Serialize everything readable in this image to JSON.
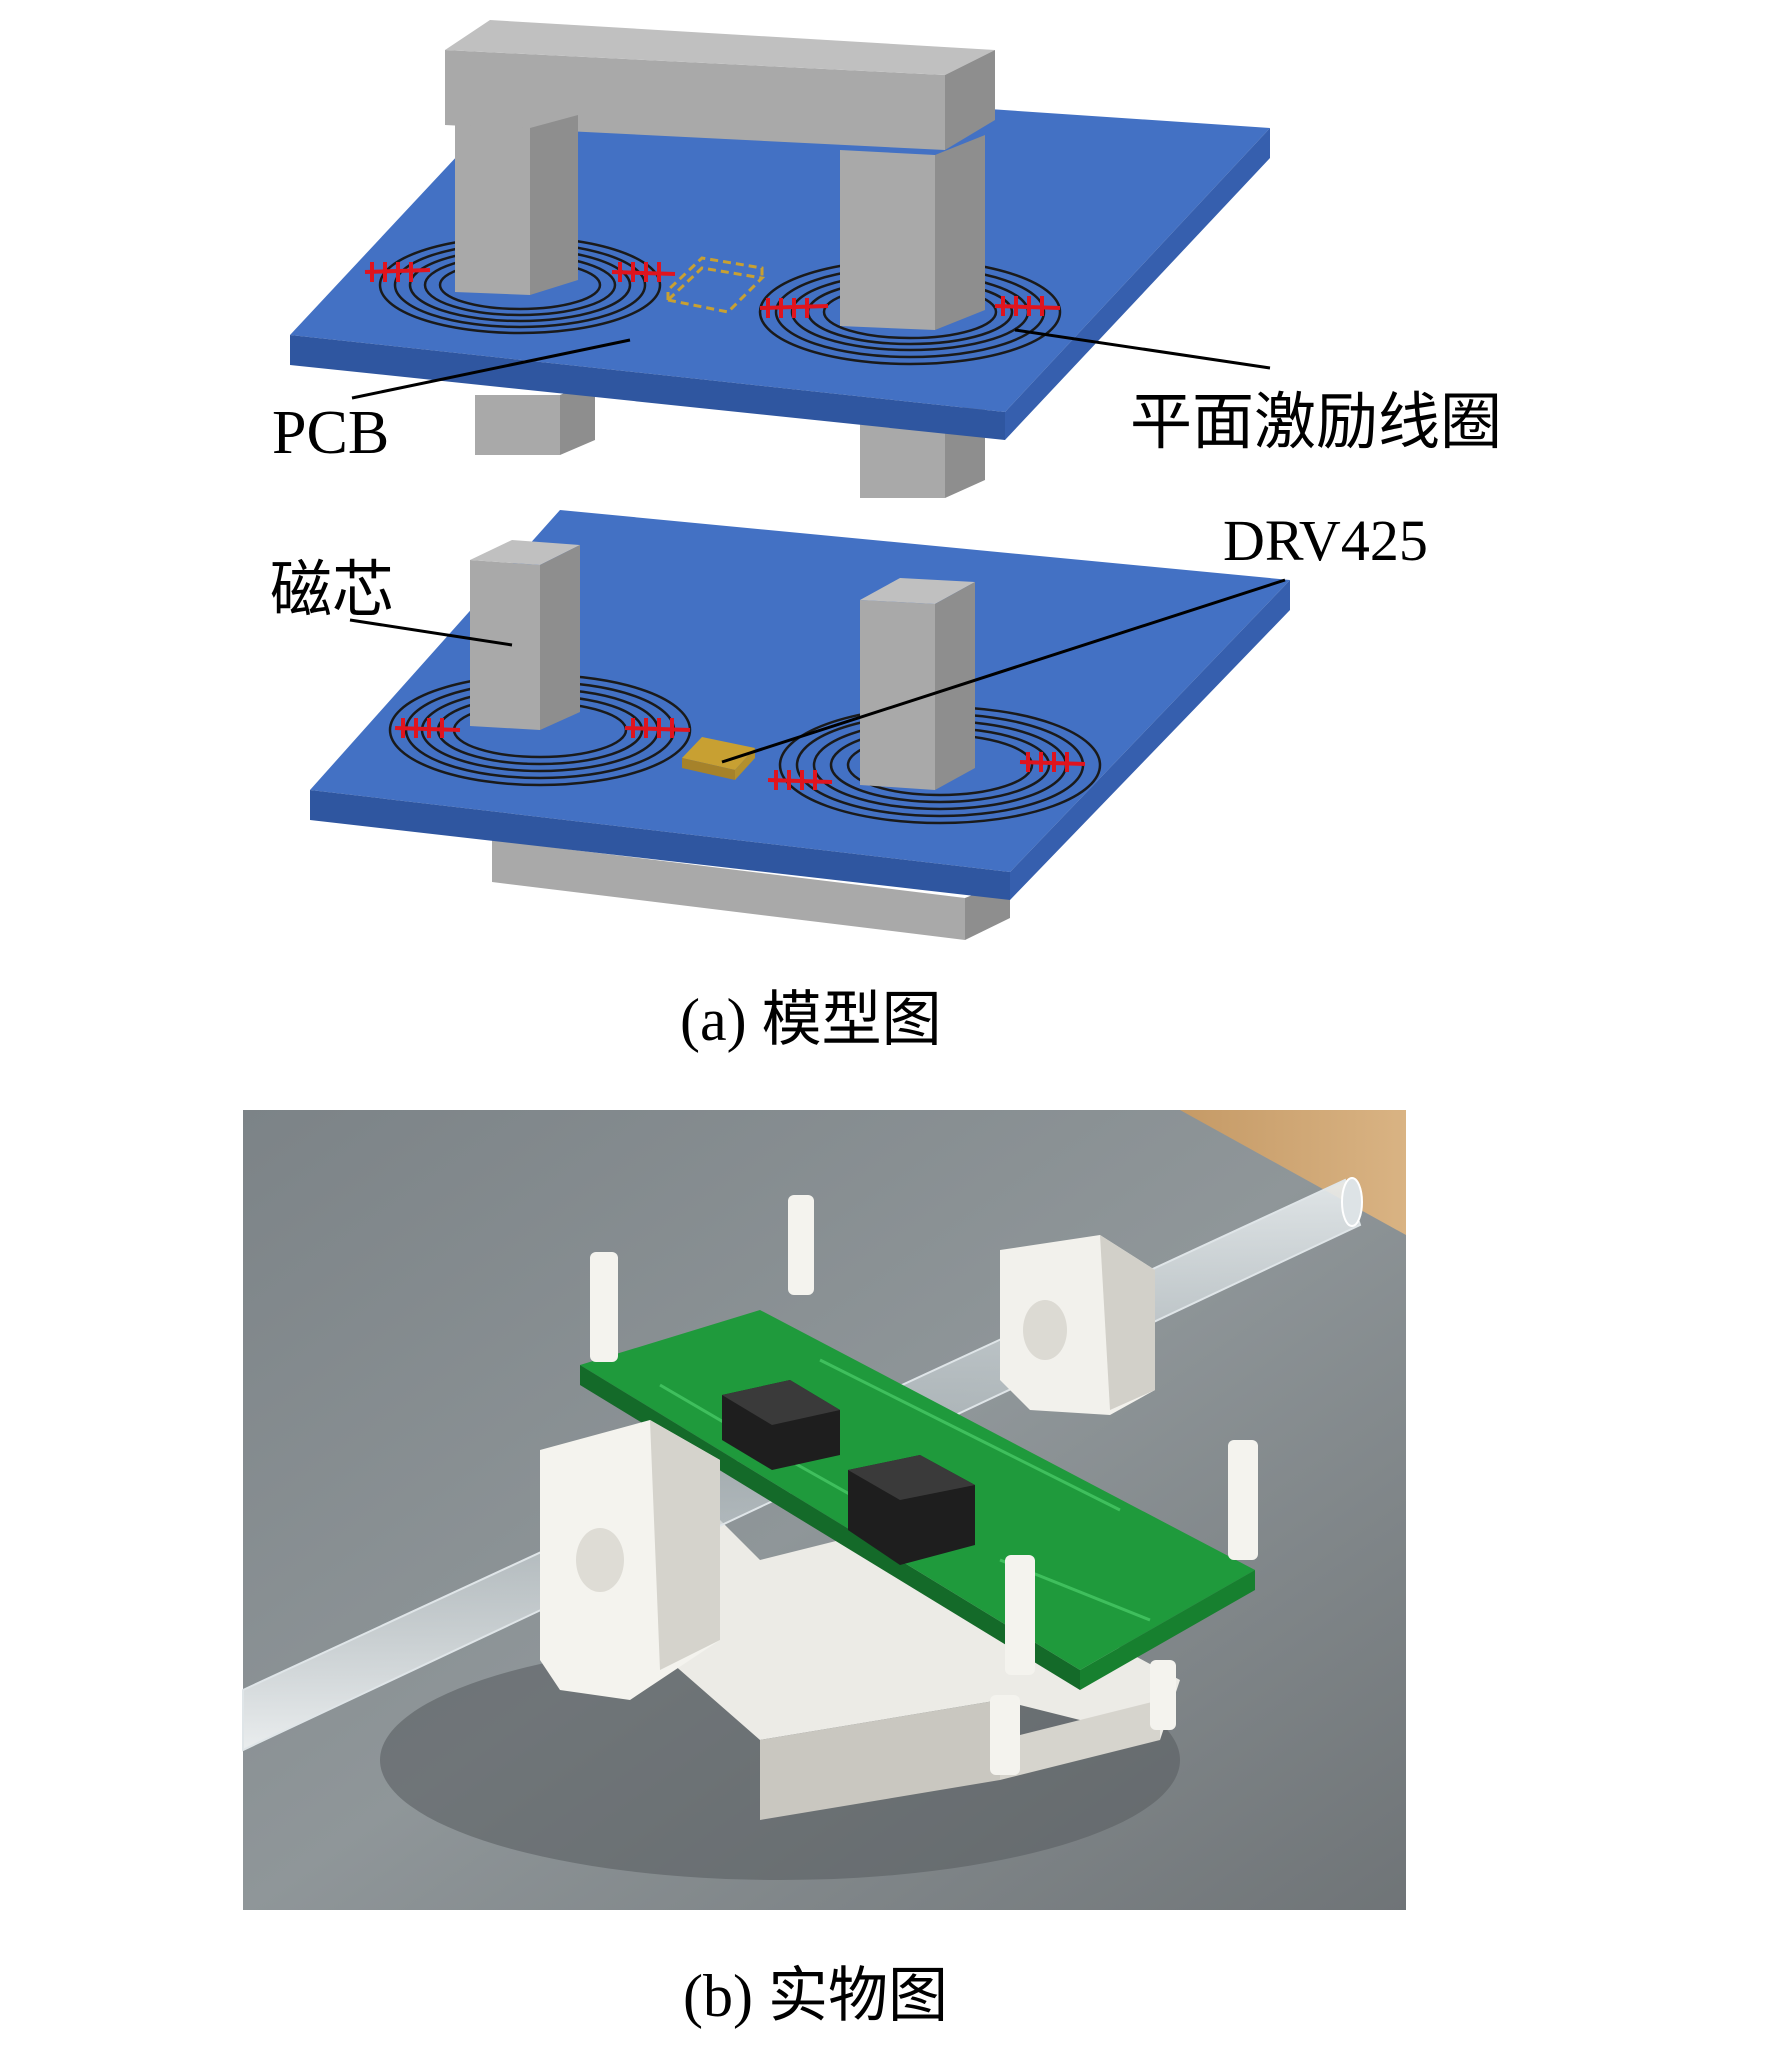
{
  "labels": {
    "pcb": "PCB",
    "coil": "平面激励线圈",
    "drv": "DRV425",
    "core": "磁芯"
  },
  "captions": {
    "a": "(a) 模型图",
    "b": "(b) 实物图"
  },
  "colors": {
    "pcb_blue": "#3f6fc0",
    "core_gray": "#a8a8a8",
    "coil_line": "#1a1a1a",
    "excitation_red": "#e0141e",
    "chip_gold": "#c8a032",
    "photo_green": "#1f9a3c"
  }
}
